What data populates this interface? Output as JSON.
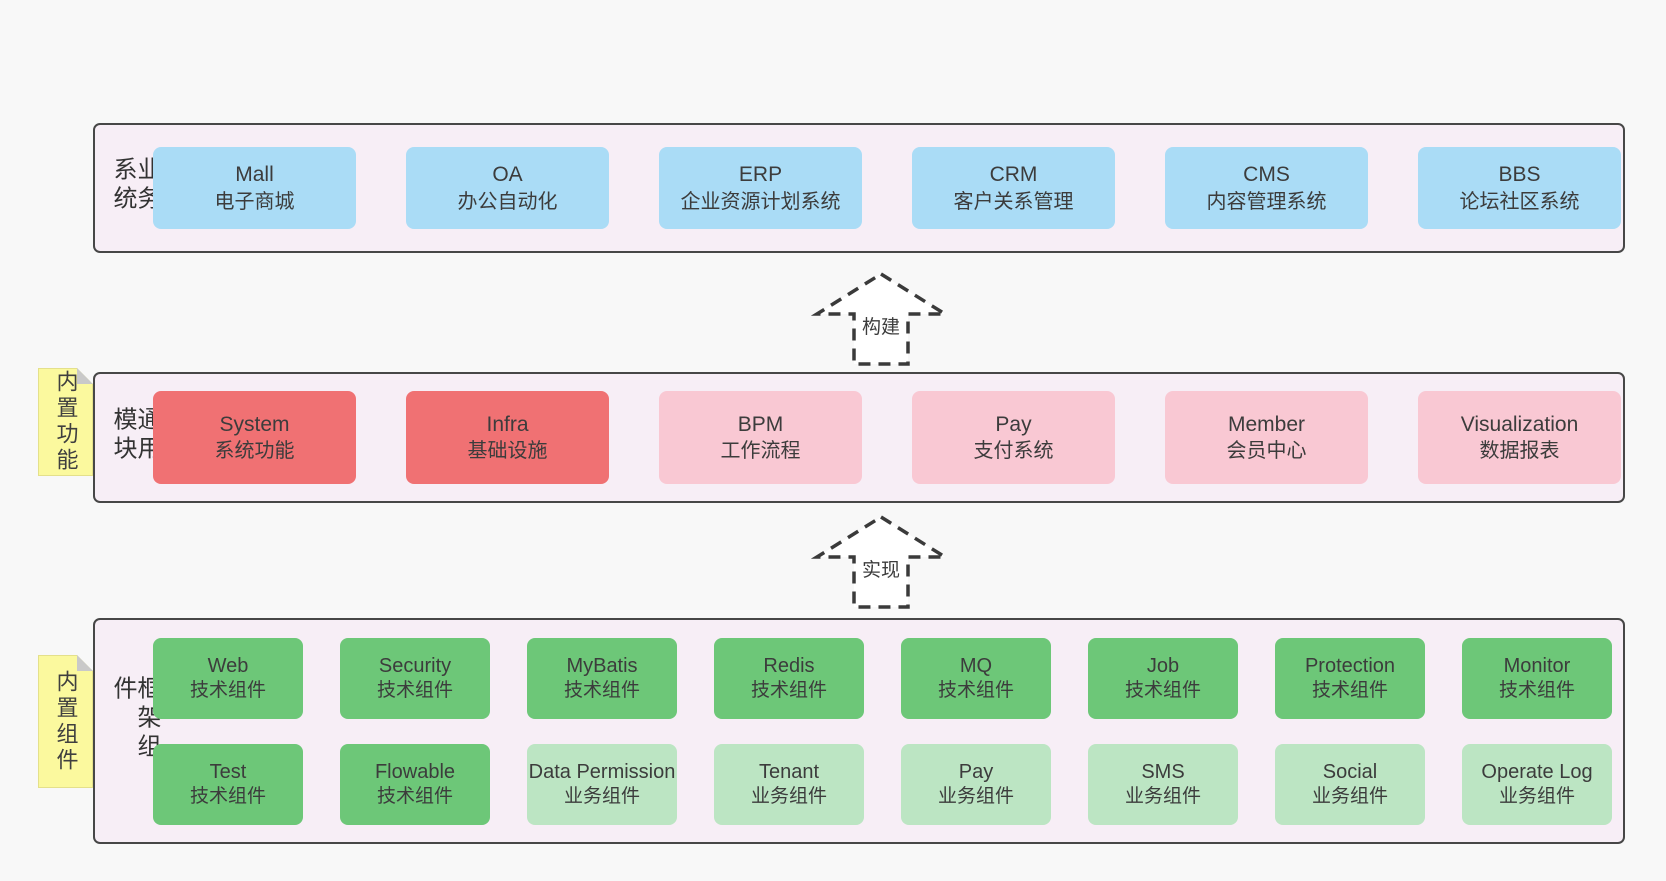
{
  "colors": {
    "page_bg": "#f8f8f8",
    "layer_bg": "#f7eef6",
    "layer_border": "#474747",
    "blue": "#aadcf6",
    "red": "#f07173",
    "pink": "#f9c8d3",
    "green": "#6dc778",
    "light_green": "#bce5c3",
    "sticky_yellow": "#fbf99e",
    "sticky_fold": "#c9c9c9",
    "text": "#3c3c3c"
  },
  "layers": [
    {
      "side_label": "业务系统",
      "rows": [
        [
          {
            "name": "Mall",
            "subtitle": "电子商城",
            "type": "blue"
          },
          {
            "name": "OA",
            "subtitle": "办公自动化",
            "type": "blue"
          },
          {
            "name": "ERP",
            "subtitle": "企业资源计划系统",
            "type": "blue"
          },
          {
            "name": "CRM",
            "subtitle": "客户关系管理",
            "type": "blue"
          },
          {
            "name": "CMS",
            "subtitle": "内容管理系统",
            "type": "blue"
          },
          {
            "name": "BBS",
            "subtitle": "论坛社区系统",
            "type": "blue"
          }
        ]
      ]
    },
    {
      "side_label": "通用模块",
      "sticky": "内置功能",
      "rows": [
        [
          {
            "name": "System",
            "subtitle": "系统功能",
            "type": "red"
          },
          {
            "name": "Infra",
            "subtitle": "基础设施",
            "type": "red"
          },
          {
            "name": "BPM",
            "subtitle": "工作流程",
            "type": "pink"
          },
          {
            "name": "Pay",
            "subtitle": "支付系统",
            "type": "pink"
          },
          {
            "name": "Member",
            "subtitle": "会员中心",
            "type": "pink"
          },
          {
            "name": "Visualization",
            "subtitle": "数据报表",
            "type": "pink"
          }
        ]
      ]
    },
    {
      "side_label": "框架组件",
      "sticky": "内置组件",
      "rows": [
        [
          {
            "name": "Web",
            "subtitle": "技术组件",
            "type": "green"
          },
          {
            "name": "Security",
            "subtitle": "技术组件",
            "type": "green"
          },
          {
            "name": "MyBatis",
            "subtitle": "技术组件",
            "type": "green"
          },
          {
            "name": "Redis",
            "subtitle": "技术组件",
            "type": "green"
          },
          {
            "name": "MQ",
            "subtitle": "技术组件",
            "type": "green"
          },
          {
            "name": "Job",
            "subtitle": "技术组件",
            "type": "green"
          },
          {
            "name": "Protection",
            "subtitle": "技术组件",
            "type": "green"
          },
          {
            "name": "Monitor",
            "subtitle": "技术组件",
            "type": "green"
          }
        ],
        [
          {
            "name": "Test",
            "subtitle": "技术组件",
            "type": "green"
          },
          {
            "name": "Flowable",
            "subtitle": "技术组件",
            "type": "green"
          },
          {
            "name": "Data Permission",
            "subtitle": "业务组件",
            "type": "light_green"
          },
          {
            "name": "Tenant",
            "subtitle": "业务组件",
            "type": "light_green"
          },
          {
            "name": "Pay",
            "subtitle": "业务组件",
            "type": "light_green"
          },
          {
            "name": "SMS",
            "subtitle": "业务组件",
            "type": "light_green"
          },
          {
            "name": "Social",
            "subtitle": "业务组件",
            "type": "light_green"
          },
          {
            "name": "Operate Log",
            "subtitle": "业务组件",
            "type": "light_green"
          }
        ]
      ]
    }
  ],
  "arrows": [
    {
      "label": "构建"
    },
    {
      "label": "实现"
    }
  ]
}
